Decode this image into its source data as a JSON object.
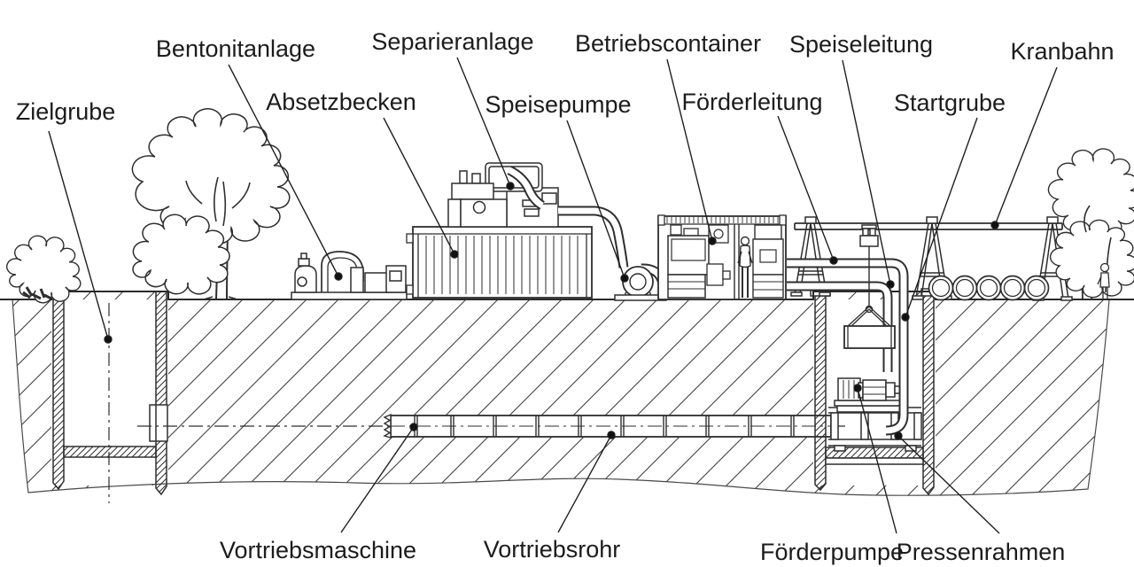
{
  "page": {
    "background_color": "#ffffff",
    "line_color": "#2e2e2e",
    "text_color": "#1c1c1c"
  },
  "diagram": {
    "kind": "pipe-jacking-construction-site-cross-section",
    "language": "de",
    "labels": {
      "zielgrube": "Zielgrube",
      "bentonitanlage": "Bentonitanlage",
      "absetzbecken": "Absetzbecken",
      "separieranlage": "Separieranlage",
      "speisepumpe": "Speisepumpe",
      "betriebscontainer": "Betriebscontainer",
      "foerderleitung": "Förderleitung",
      "speiseleitung": "Speiseleitung",
      "startgrube": "Startgrube",
      "kranbahn": "Kranbahn",
      "vortriebsmaschine": "Vortriebsmaschine",
      "vortriebsrohr": "Vortriebsrohr",
      "foerderpumpe": "Förderpumpe",
      "pressenrahmen": "Pressenrahmen"
    }
  }
}
